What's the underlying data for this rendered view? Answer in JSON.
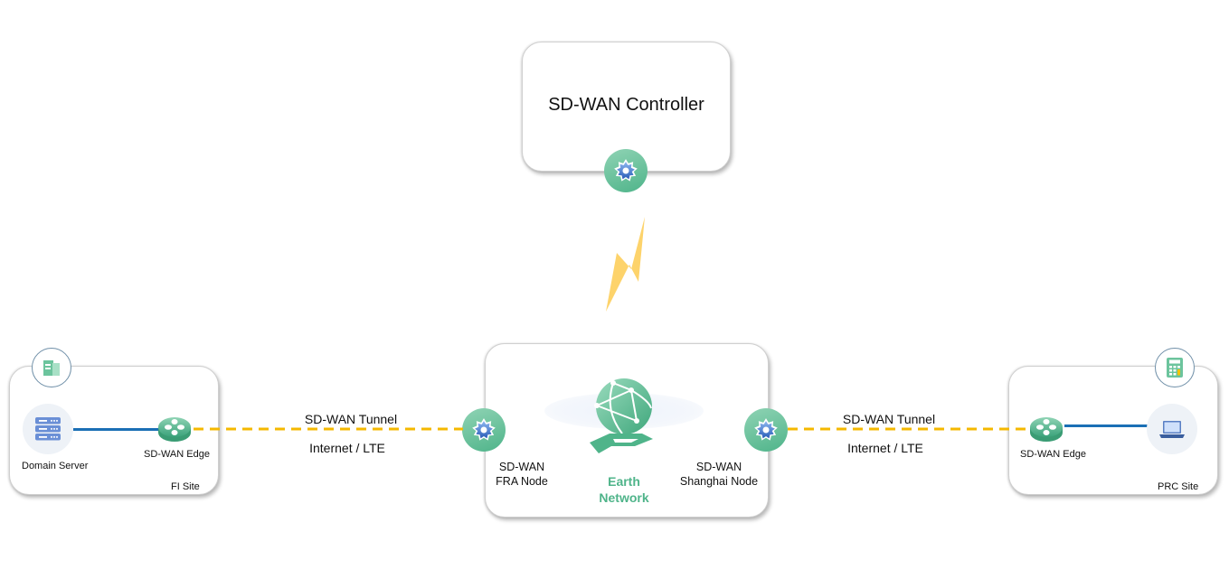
{
  "controller": {
    "title": "SD-WAN Controller",
    "icon": "gear-icon"
  },
  "link_controller": {
    "icon": "lightning-bolt-icon",
    "color": "#fdd36b"
  },
  "earth_network": {
    "title_line1": "Earth",
    "title_line2": "Network",
    "icon": "globe-hand-icon",
    "accent": "#4fb48a",
    "nodes": [
      {
        "line1": "SD-WAN",
        "line2": "FRA Node",
        "icon": "gear-icon"
      },
      {
        "line1": "SD-WAN",
        "line2": "Shanghai Node",
        "icon": "gear-icon"
      }
    ]
  },
  "tunnels": [
    {
      "label": "SD-WAN Tunnel",
      "transport": "Internet / LTE",
      "color": "#f5b800"
    },
    {
      "label": "SD-WAN Tunnel",
      "transport": "Internet / LTE",
      "color": "#f5b800"
    }
  ],
  "sites": [
    {
      "name": "FI Site",
      "site_icon": "office-building-icon",
      "devices": [
        {
          "label": "Domain Server",
          "icon": "server-icon"
        },
        {
          "label": "SD-WAN Edge",
          "icon": "router-icon"
        }
      ]
    },
    {
      "name": "PRC Site",
      "site_icon": "calculator-icon",
      "devices": [
        {
          "label": "SD-WAN Edge",
          "icon": "router-icon"
        },
        {
          "label": "",
          "icon": "laptop-icon"
        }
      ]
    }
  ],
  "colors": {
    "lan_link": "#1a6fb5",
    "tunnel": "#f5b800",
    "node_green": "#4fb48a"
  }
}
